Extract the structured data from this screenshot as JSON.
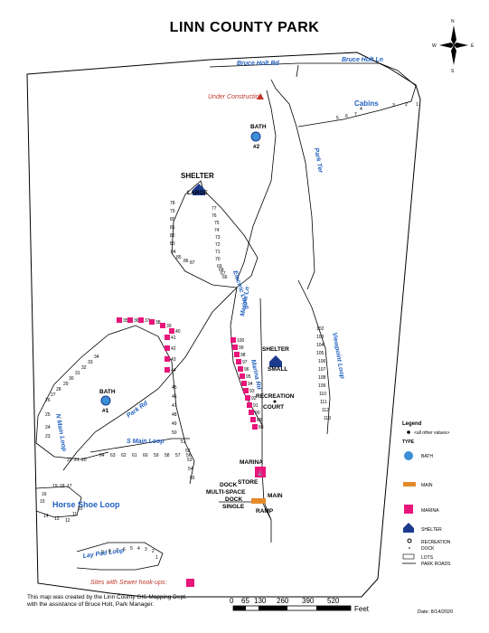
{
  "title": "LINN COUNTY PARK",
  "compass": {
    "n": "N",
    "s": "S",
    "e": "E",
    "w": "W"
  },
  "roads": {
    "bruce_holt_rd": "Bruce Holt Rd",
    "bruce_holt_ln": "Bruce Holt Ln",
    "park_ter": "Park Ter",
    "electric_loop": "Electric Loop",
    "marina_ln": "Marina Ln",
    "marina_rd": "Marina Rd",
    "viewpoint_loop": "Viewpoint Loop",
    "park_rd": "Park Rd",
    "n_main_loop": "N Main Loop",
    "s_main_loop": "S Main Loop",
    "horse_shoe_loop": "Horse Shoe Loop",
    "lay_pad_loop": "Lay Pad Loop"
  },
  "areas": {
    "cabins": "Cabins",
    "under_construction": "Under Construction",
    "bath2": "BATH",
    "bath2_num": "#2",
    "bath1": "BATH",
    "bath1_num": "#1",
    "shelter_large": "SHELTER",
    "shelter_large_sub": "LARGE",
    "shelter_small": "SHELTER",
    "shelter_small_sub": "SMALL",
    "recreation": "RECREATION",
    "court": "COURT",
    "marina": "MARINA",
    "store": "STORE",
    "dock_multi_1": "DOCK",
    "dock_multi_2": "MULTI-SPACE",
    "dock_single_1": "DOCK",
    "dock_single_2": "SINGLE",
    "main_ramp_1": "MAIN",
    "main_ramp_2": "RAMP"
  },
  "legend": {
    "title": "Legend",
    "all_other": "<all other values>",
    "type": "TYPE",
    "items": [
      "BATH",
      "MAIN",
      "MARINA",
      "SHELTER",
      "RECREATION",
      "DOCK",
      "LOTS",
      "PARK ROADS"
    ]
  },
  "sewer_note": "Sites with Sewer hook-ups:",
  "credit_line1": "This map was created by the Linn County GIS Mapping Dept.",
  "credit_line2": "with the assistance of Bruce Holt, Park Manager.",
  "scale_ticks": [
    "0",
    "65",
    "130",
    "260",
    "390",
    "520"
  ],
  "scale_unit": "Feet",
  "date": "Date: 8/14/2020",
  "colors": {
    "road_label": "#1f5fbf",
    "sewer_pink": "#e8157a",
    "shelter_blue": "#1a3a8c",
    "bath_blue": "#3a8fd6"
  },
  "lots": {
    "cabins": [
      "5",
      "6",
      "7",
      "4",
      "3",
      "2",
      "1"
    ],
    "electric_left": [
      "78",
      "79",
      "80",
      "81",
      "82",
      "83",
      "84",
      "85",
      "86",
      "87"
    ],
    "electric_right": [
      "77",
      "76",
      "75",
      "74",
      "73",
      "72",
      "71",
      "70",
      "69",
      "68",
      "67",
      "66"
    ],
    "pink_top": [
      "35",
      "36",
      "37",
      "38",
      "39",
      "40"
    ],
    "pink_right": [
      "41",
      "42",
      "43",
      "44"
    ],
    "main_left": [
      "34",
      "33",
      "32",
      "31",
      "30",
      "29",
      "28",
      "27",
      "26",
      "25",
      "24",
      "23"
    ],
    "main_right": [
      "45",
      "46",
      "47",
      "48",
      "49",
      "50",
      "51",
      "52",
      "53",
      "54",
      "55"
    ],
    "s_main": [
      "64",
      "63",
      "62",
      "61",
      "60",
      "59",
      "58",
      "57",
      "56"
    ],
    "horse_bottom": [
      "22",
      "21",
      "20"
    ],
    "horse_shoe": [
      "19",
      "18",
      "17",
      "16",
      "15",
      "14",
      "13",
      "12",
      "11",
      "10"
    ],
    "marina_pink": [
      "100",
      "99",
      "98",
      "97",
      "96",
      "95",
      "94",
      "93",
      "92",
      "91",
      "90",
      "89",
      "88"
    ],
    "viewpoint": [
      "102",
      "103",
      "104",
      "105",
      "106",
      "107",
      "108",
      "109",
      "110",
      "111",
      "112",
      "113"
    ],
    "lay_pad": [
      "9",
      "8",
      "7",
      "6",
      "5",
      "4",
      "3",
      "2",
      "1"
    ]
  }
}
